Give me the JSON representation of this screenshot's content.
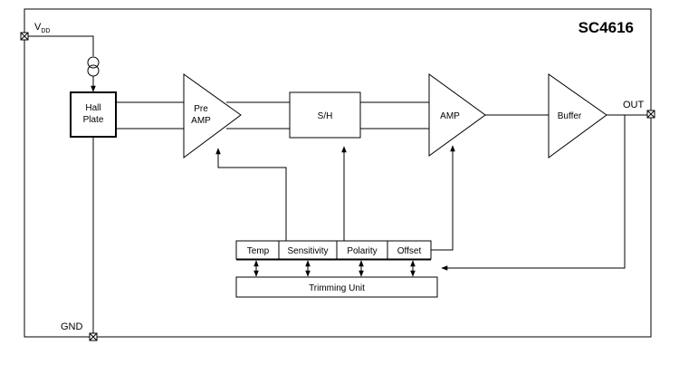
{
  "title": "SC4616",
  "pins": {
    "vdd_main": "V",
    "vdd_sub": "DD",
    "gnd": "GND",
    "out": "OUT"
  },
  "blocks": {
    "hall_line1": "Hall",
    "hall_line2": "Plate",
    "preamp_line1": "Pre",
    "preamp_line2": "AMP",
    "sh": "S/H",
    "amp": "AMP",
    "buffer": "Buffer"
  },
  "trim_fields": [
    "Temp",
    "Sensitivity",
    "Polarity",
    "Offset"
  ],
  "trimming_unit": "Trimming Unit"
}
